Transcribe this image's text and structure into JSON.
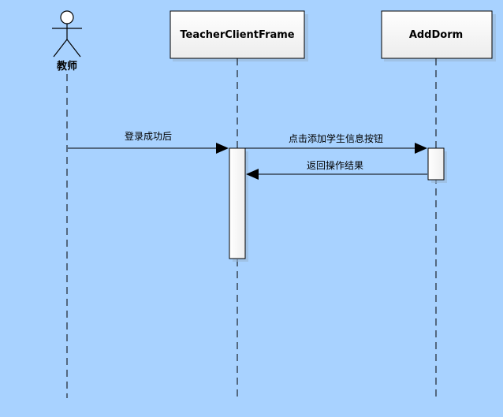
{
  "diagram": {
    "type": "sequence",
    "background_color": "#a8d2ff",
    "actor": {
      "label": "教师"
    },
    "lifelines": [
      {
        "label": "TeacherClientFrame"
      },
      {
        "label": "AddDorm"
      }
    ],
    "messages": [
      {
        "label": "登录成功后",
        "from": "教师",
        "to": "TeacherClientFrame",
        "kind": "synchronous"
      },
      {
        "label": "点击添加学生信息按钮",
        "from": "TeacherClientFrame",
        "to": "AddDorm",
        "kind": "synchronous"
      },
      {
        "label": "返回操作结果",
        "from": "AddDorm",
        "to": "TeacherClientFrame",
        "kind": "reply"
      }
    ]
  }
}
